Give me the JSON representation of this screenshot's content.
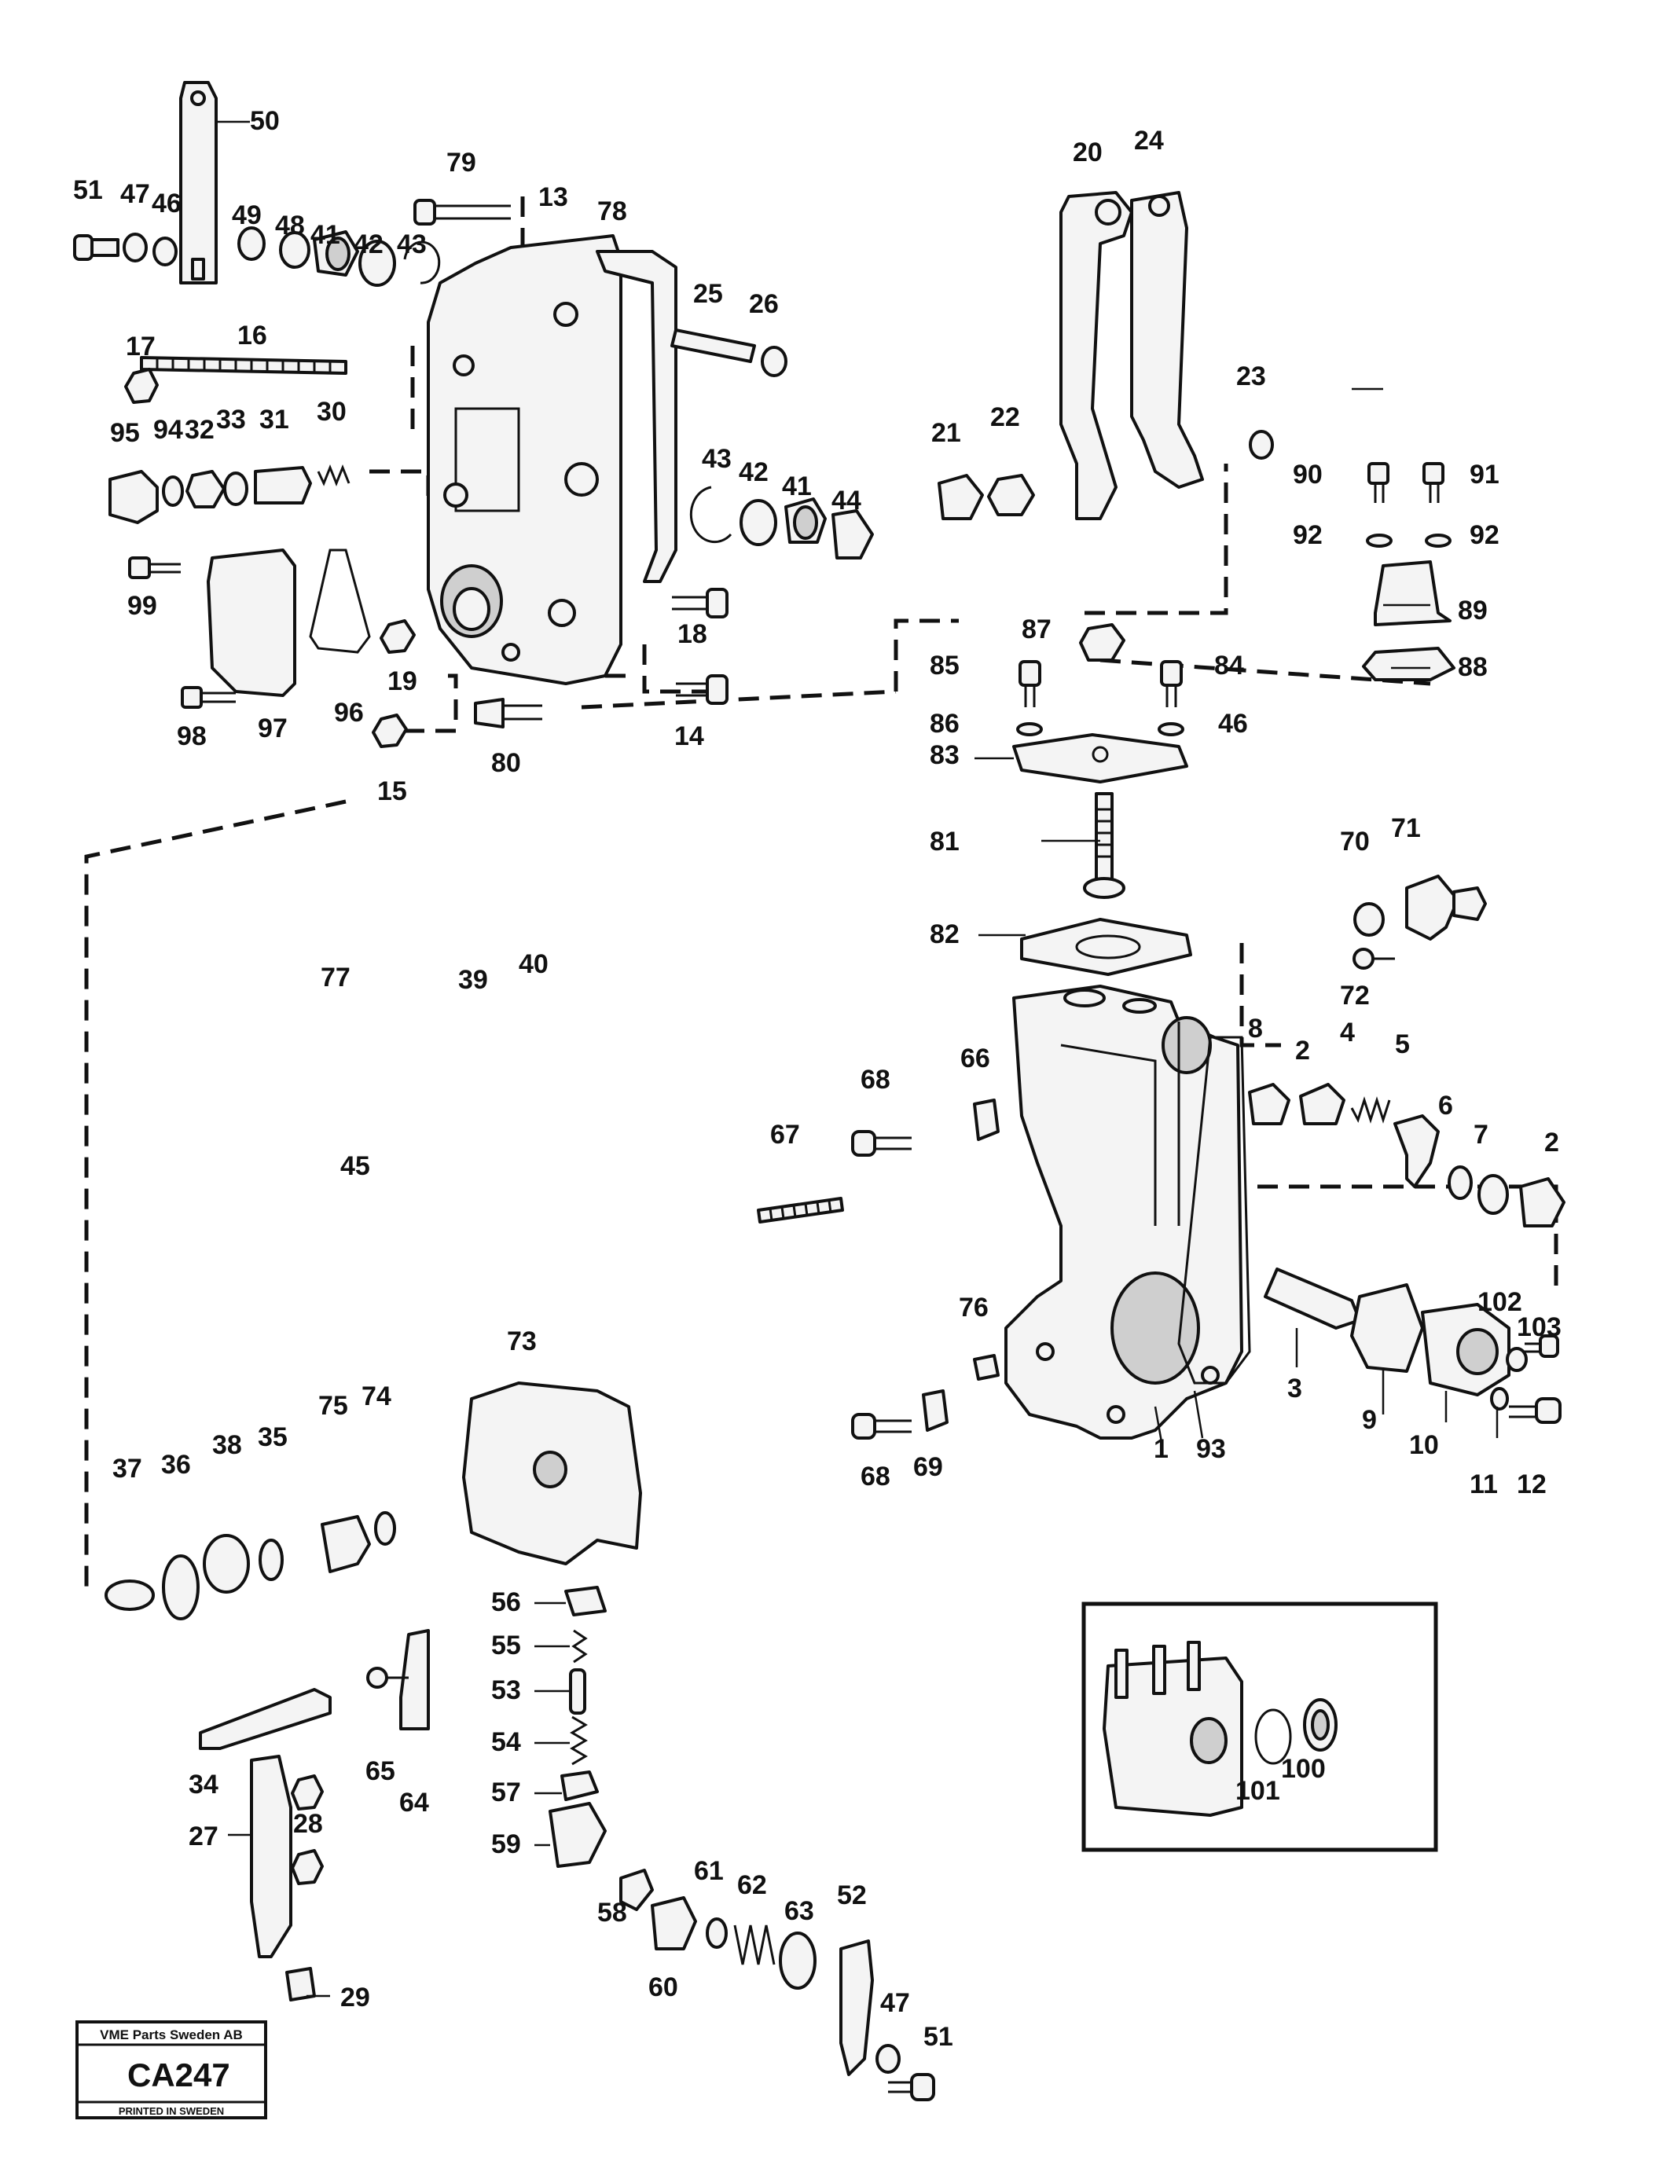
{
  "callouts": [
    "1",
    "2",
    "2",
    "3",
    "4",
    "5",
    "6",
    "7",
    "8",
    "9",
    "10",
    "11",
    "12",
    "13",
    "14",
    "15",
    "16",
    "17",
    "18",
    "19",
    "20",
    "21",
    "22",
    "23",
    "24",
    "25",
    "26",
    "27",
    "28",
    "29",
    "30",
    "31",
    "32",
    "33",
    "34",
    "35",
    "36",
    "37",
    "38",
    "39",
    "40",
    "41",
    "41",
    "42",
    "42",
    "43",
    "43",
    "44",
    "45",
    "46",
    "46",
    "47",
    "47",
    "48",
    "49",
    "50",
    "51",
    "51",
    "52",
    "53",
    "54",
    "55",
    "56",
    "57",
    "58",
    "59",
    "60",
    "61",
    "62",
    "63",
    "64",
    "65",
    "66",
    "67",
    "68",
    "68",
    "69",
    "70",
    "71",
    "72",
    "73",
    "74",
    "75",
    "76",
    "77",
    "78",
    "79",
    "80",
    "81",
    "82",
    "83",
    "84",
    "85",
    "86",
    "87",
    "88",
    "89",
    "90",
    "91",
    "92",
    "92",
    "93",
    "94",
    "95",
    "96",
    "97",
    "98",
    "99",
    "100",
    "101",
    "102",
    "103"
  ],
  "stamp": {
    "company": "VME Parts Sweden AB",
    "code": "CA247",
    "printed": "PRINTED IN SWEDEN"
  }
}
